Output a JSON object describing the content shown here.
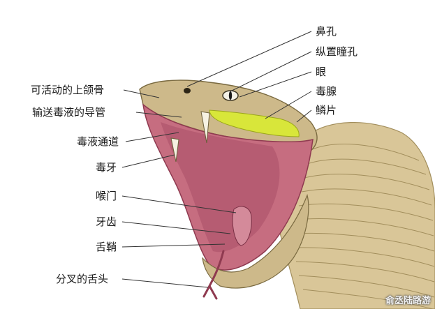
{
  "diagram": {
    "labels_left": [
      {
        "id": "maxilla",
        "text": "可活动的上颌骨"
      },
      {
        "id": "venom-duct",
        "text": "输送毒液的导管"
      },
      {
        "id": "venom-channel",
        "text": "毒液通道"
      },
      {
        "id": "fang",
        "text": "毒牙"
      },
      {
        "id": "glottis",
        "text": "喉门"
      },
      {
        "id": "teeth",
        "text": "牙齿"
      },
      {
        "id": "tongue-sheath",
        "text": "舌鞘"
      },
      {
        "id": "forked-tongue",
        "text": "分叉的舌头"
      }
    ],
    "labels_right": [
      {
        "id": "nostril",
        "text": "鼻孔"
      },
      {
        "id": "vertical-pupil",
        "text": "纵置瞳孔"
      },
      {
        "id": "eye",
        "text": "眼"
      },
      {
        "id": "venom-gland",
        "text": "毒腺"
      },
      {
        "id": "scales",
        "text": "鳞片"
      }
    ],
    "watermark": "俞丞陆路游",
    "colors": {
      "body_tan": "#d9c698",
      "scale_line": "#a28e5c",
      "mouth_pink": "#c66d80",
      "mouth_dark": "#8f3a50",
      "venom_gland": "#d8e63a",
      "leader_line": "#333333"
    }
  }
}
